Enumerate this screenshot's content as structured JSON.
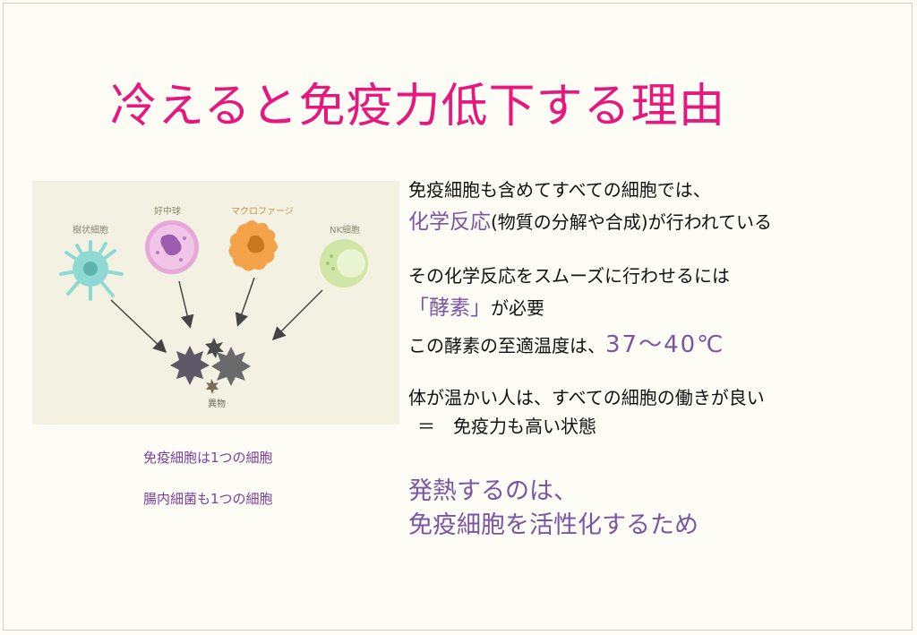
{
  "slide": {
    "title": "冷えると免疫力低下する理由",
    "illustration": {
      "cells": [
        {
          "label": "樹状細胞",
          "color": "#8fd9d4"
        },
        {
          "label": "好中球",
          "color": "#e6a8d8"
        },
        {
          "label": "マクロファージ",
          "color": "#f4a24a"
        },
        {
          "label": "NK細胞",
          "color": "#cfe6a6"
        }
      ],
      "target_label": "異物"
    },
    "captions": [
      "免疫細胞は1つの細胞",
      "腸内細菌も1つの細胞"
    ],
    "body": {
      "p1_line1": "免疫細胞も含めてすべての細胞では、",
      "p1_line2_hl": "化学反応",
      "p1_line2_rest": "(物質の分解や合成)が行われている",
      "p2_line1": "その化学反応をスムーズに行わせるには",
      "p2_line2_hl": "「酵素」",
      "p2_line2_rest": "が必要",
      "p2_line3_pre": "この酵素の至適温度は、",
      "p2_line3_temp": "37～40℃",
      "p3_line1": "体が温かい人は、すべての細胞の働きが良い",
      "p3_line2": "＝　免疫力も高い状態",
      "final_line1": "発熱するのは、",
      "final_line2": "免疫細胞を活性化するため"
    },
    "colors": {
      "title": "#e8177e",
      "accent": "#7a55a6",
      "caption": "#7c3f9e"
    }
  }
}
